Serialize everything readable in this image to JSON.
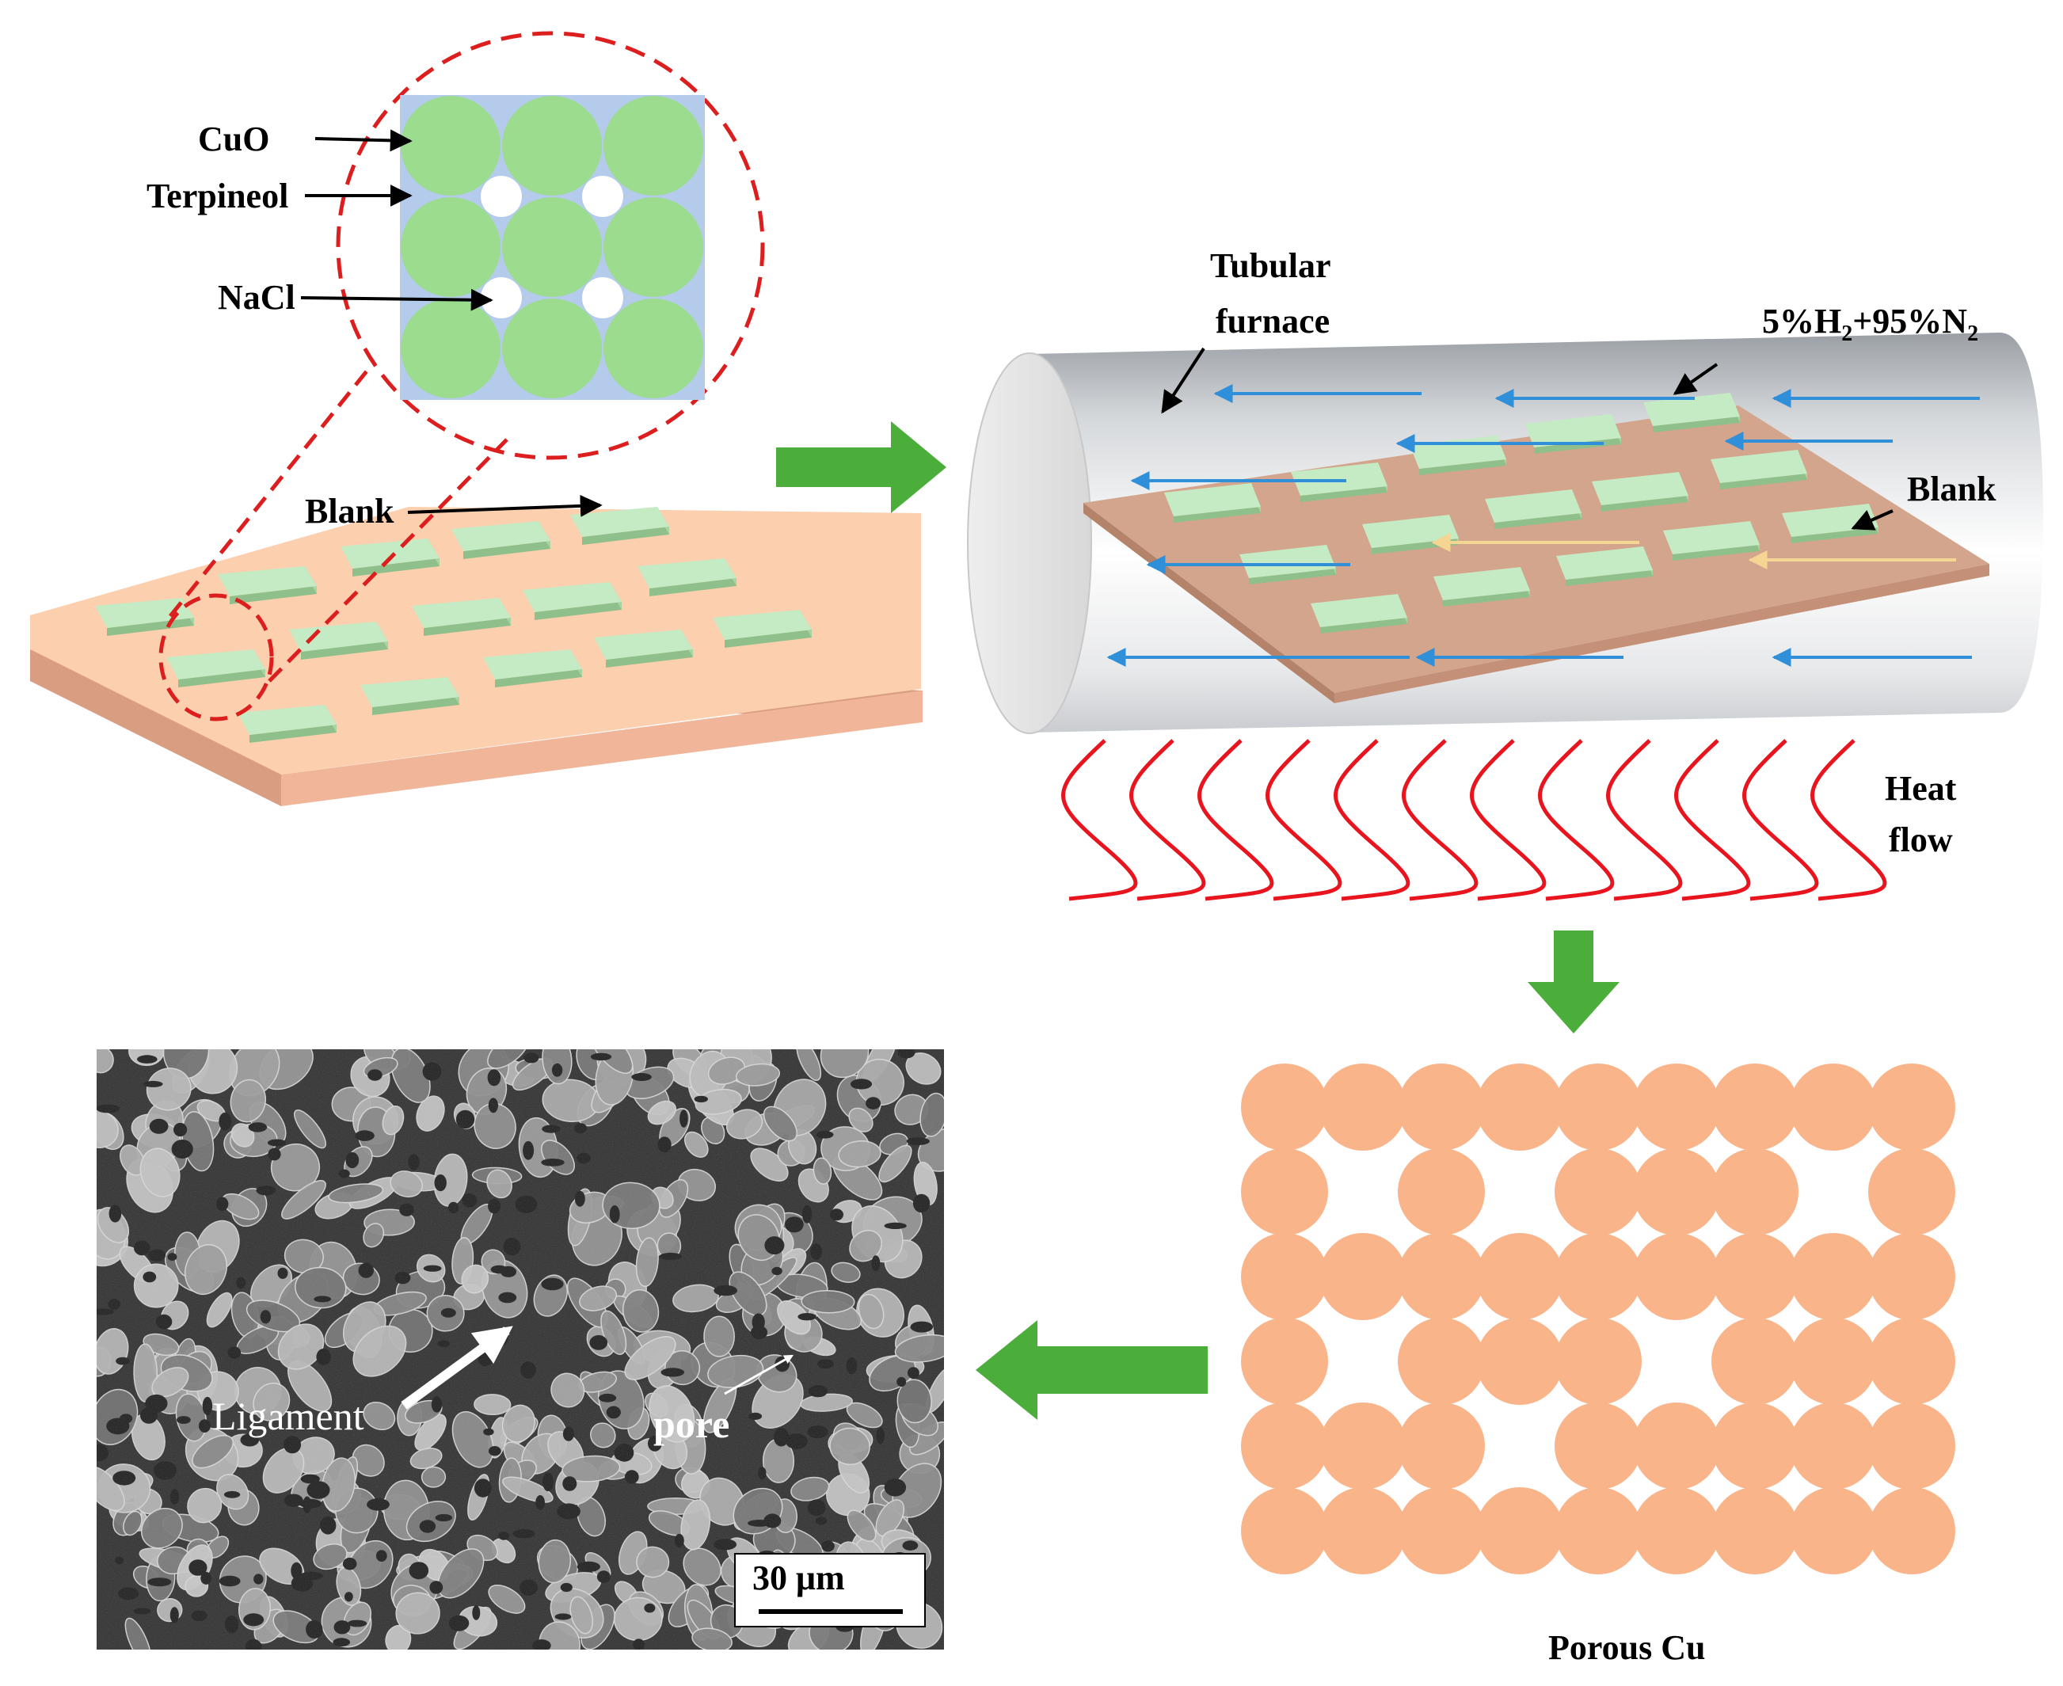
{
  "labels": {
    "cuo": "CuO",
    "terpineol": "Terpineol",
    "nacl": "NaCl",
    "blank_left": "Blank",
    "tubular_furnace_line1": "Tubular",
    "tubular_furnace_line2": "furnace",
    "gas_mix_1": "5%H",
    "gas_mix_sub1": "2",
    "gas_mix_2": "+95%N",
    "gas_mix_sub2": "2",
    "blank_right": "Blank",
    "heat_line1": "Heat",
    "heat_line2": "flow",
    "porous_cu": "Porous Cu",
    "ligament": "Ligament",
    "pore": "pore",
    "scale_bar": "30 μm"
  },
  "colors": {
    "substrate_top": "#FCCFAE",
    "substrate_side": "#D99E82",
    "blank_green": "#C4EBC4",
    "cuo_green": "#9CDC8F",
    "terpineol_blue": "#B4CBEB",
    "dashed_red": "#DC1E1E",
    "flow_arrow_green": "#4CAE3A",
    "gas_arrow_blue": "#2F8FD8",
    "gas_arrow_yellow": "#F5D592",
    "heat_red": "#E8141E",
    "porous_cu_orange": "#F9B48A",
    "sem_background": "#3A3A3A"
  }
}
